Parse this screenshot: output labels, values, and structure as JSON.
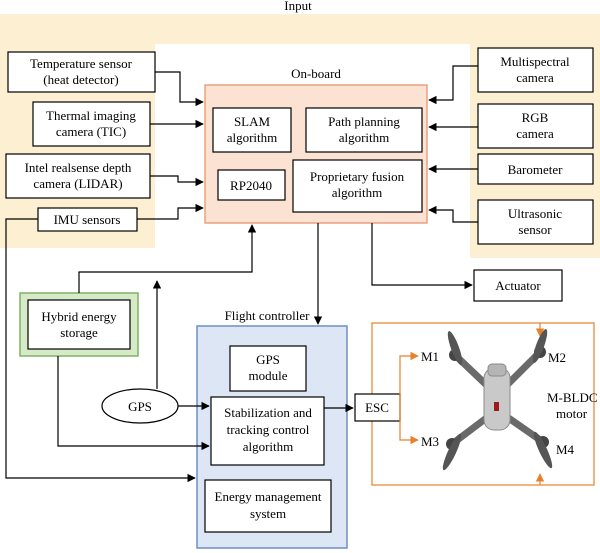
{
  "regions": {
    "input_title": "Input",
    "onboard_title": "On-board",
    "flight_controller_title": "Flight controller"
  },
  "inputs_left": {
    "temperature": [
      "Temperature sensor",
      "(heat detector)"
    ],
    "thermal": [
      "Thermal imaging",
      "camera (TIC)"
    ],
    "intel": [
      "Intel realsense depth",
      "camera (LIDAR)"
    ],
    "imu": "IMU sensors"
  },
  "inputs_right": {
    "multispectral": [
      "Multispectral",
      "camera"
    ],
    "rgb": [
      "RGB",
      "camera"
    ],
    "barometer": "Barometer",
    "ultrasonic": [
      "Ultrasonic",
      "sensor"
    ]
  },
  "onboard": {
    "slam": [
      "SLAM",
      "algorithm"
    ],
    "path": [
      "Path planning",
      "algorithm"
    ],
    "rp2040": "RP2040",
    "fusion": [
      "Proprietary fusion",
      "algorithm"
    ]
  },
  "actuator": "Actuator",
  "energy_storage": [
    "Hybrid energy",
    "storage"
  ],
  "gps": "GPS",
  "flight_controller": {
    "gps_module": [
      "GPS",
      "module"
    ],
    "stabilization": [
      "Stabilization and",
      "tracking control",
      "algorithm"
    ],
    "energy_mgmt": [
      "Energy management",
      "system"
    ]
  },
  "esc": "ESC",
  "motors": {
    "m1": "M1",
    "m2": "M2",
    "m3": "M3",
    "m4": "M4",
    "type": [
      "M-BLDC",
      "motor"
    ]
  },
  "colors": {
    "input_bg": "#fdf0d2",
    "onboard_bg": "#fbe2d2",
    "onboard_border": "#e9a27c",
    "flight_bg": "#dce6f4",
    "flight_border": "#6f8fc4",
    "storage_bg": "#d6e9c8",
    "storage_border": "#7fb361",
    "motor_border": "#e8802a"
  }
}
